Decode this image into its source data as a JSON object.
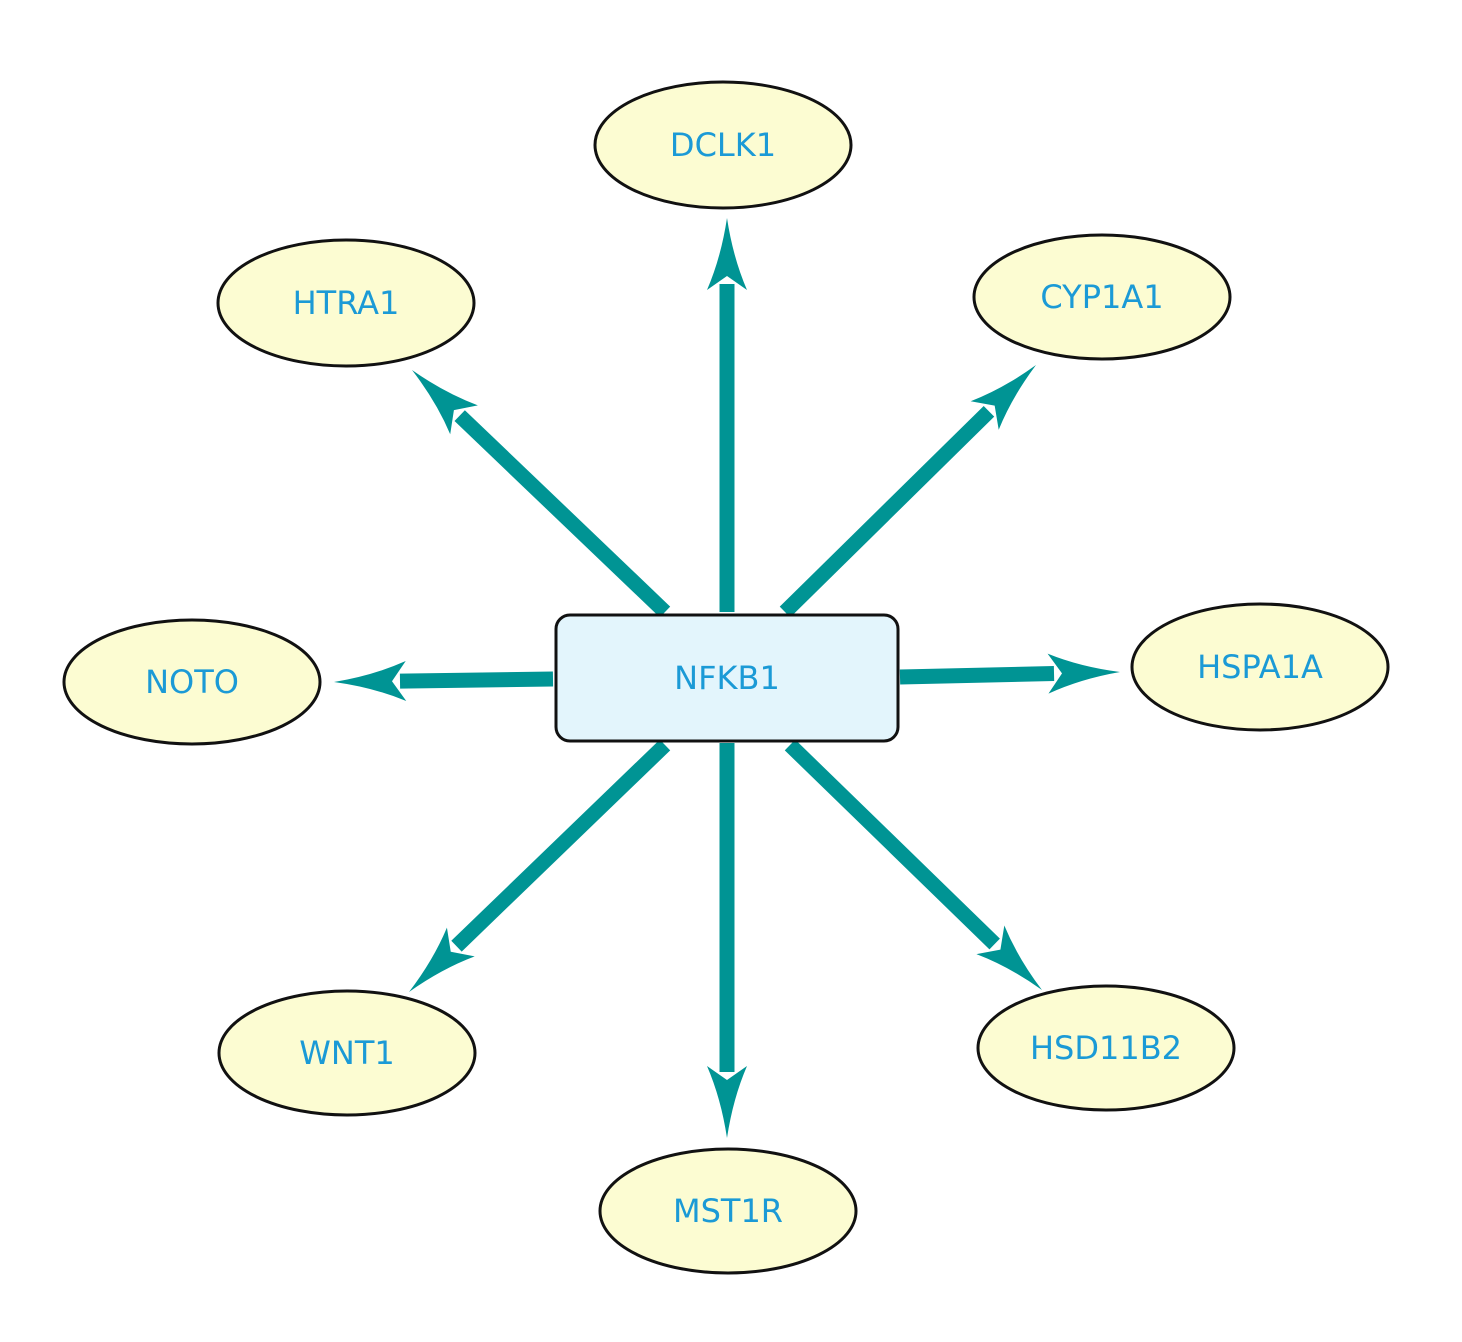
{
  "colors": {
    "edge": "#009494",
    "node_fill": "#fcfcd2",
    "center_fill": "#e3f5fc",
    "node_stroke": "#111111",
    "label": "#1b9ad6"
  },
  "center": {
    "label": "NFKB1"
  },
  "nodes": [
    {
      "id": "dclk1",
      "label": "DCLK1"
    },
    {
      "id": "cyp1a1",
      "label": "CYP1A1"
    },
    {
      "id": "hspa1a",
      "label": "HSPA1A"
    },
    {
      "id": "hsd11b2",
      "label": "HSD11B2"
    },
    {
      "id": "mst1r",
      "label": "MST1R"
    },
    {
      "id": "wnt1",
      "label": "WNT1"
    },
    {
      "id": "noto",
      "label": "NOTO"
    },
    {
      "id": "htra1",
      "label": "HTRA1"
    }
  ],
  "edges": [
    {
      "from": "nfkb1",
      "to": "dclk1"
    },
    {
      "from": "nfkb1",
      "to": "cyp1a1"
    },
    {
      "from": "nfkb1",
      "to": "hspa1a"
    },
    {
      "from": "nfkb1",
      "to": "hsd11b2"
    },
    {
      "from": "nfkb1",
      "to": "mst1r"
    },
    {
      "from": "nfkb1",
      "to": "wnt1"
    },
    {
      "from": "nfkb1",
      "to": "noto"
    },
    {
      "from": "nfkb1",
      "to": "htra1"
    }
  ]
}
